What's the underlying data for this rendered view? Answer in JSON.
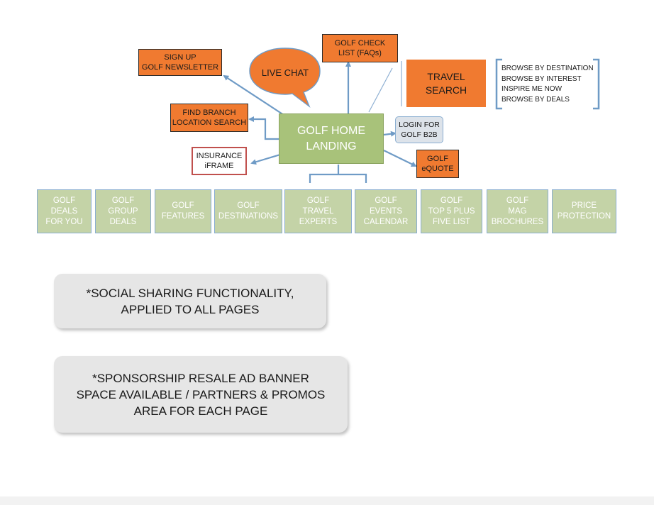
{
  "center": "GOLF HOME\nLANDING",
  "nodes": {
    "signup": "SIGN UP\nGOLF NEWSLETTER",
    "livechat": "LIVE CHAT",
    "checklist": "GOLF CHECK\nLIST (FAQs)",
    "travel_search": "TRAVEL\nSEARCH",
    "find_branch": "FIND BRANCH\nLOCATION SEARCH",
    "login_b2b": "LOGIN FOR\nGOLF B2B",
    "insurance": "INSURANCE\niFRAME",
    "equote": "GOLF\neQUOTE"
  },
  "browse_list": [
    "BROWSE BY DESTINATION",
    "BROWSE BY INTEREST",
    "INSPIRE ME NOW",
    "BROWSE BY DEALS"
  ],
  "subpages": [
    "GOLF\nDEALS\nFOR YOU",
    "GOLF\nGROUP\nDEALS",
    "GOLF\nFEATURES",
    "GOLF\nDESTINATIONS",
    "GOLF\nTRAVEL\nEXPERTS",
    "GOLF\nEVENTS\nCALENDAR",
    "GOLF\nTOP 5 PLUS\nFIVE LIST",
    "GOLF\nMAG\nBROCHURES",
    "PRICE\nPROTECTION"
  ],
  "notes": {
    "social": "*SOCIAL SHARING FUNCTIONALITY,\nAPPLIED TO ALL PAGES",
    "sponsorship": "*SPONSORSHIP RESALE AD BANNER\nSPACE AVAILABLE  / PARTNERS & PROMOS\nAREA FOR EACH PAGE"
  },
  "colors": {
    "orange": "#f07a30",
    "green_center": "#a8c27a",
    "green_boxes": "#c4d3a7",
    "connector_blue": "#6f9bc6",
    "note_gray": "#e6e6e6"
  }
}
